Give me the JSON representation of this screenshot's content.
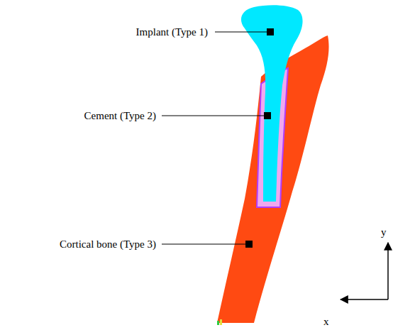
{
  "diagram": {
    "labels": [
      "Implant (Type 1)",
      "Cement (Type 2)",
      "Cortical bone (Type 3)",
      "y",
      "x"
    ]
  }
}
